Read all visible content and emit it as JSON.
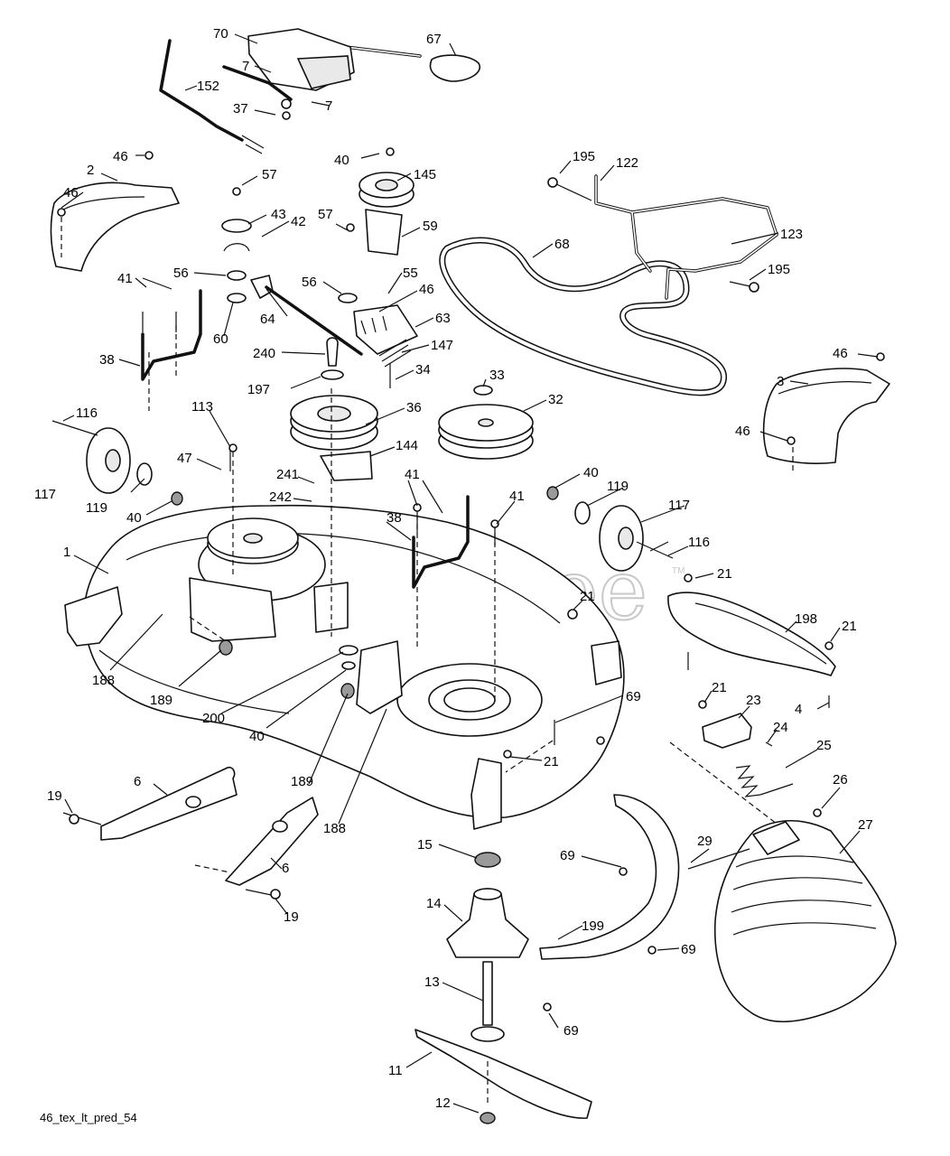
{
  "watermark": {
    "text": "PartsTree",
    "tm": "TM"
  },
  "caption": "46_tex_lt_pred_54",
  "callouts": [
    {
      "label": "70"
    },
    {
      "label": "67"
    },
    {
      "label": "7"
    },
    {
      "label": "152"
    },
    {
      "label": "7"
    },
    {
      "label": "37"
    },
    {
      "label": "40"
    },
    {
      "label": "145"
    },
    {
      "label": "195"
    },
    {
      "label": "122"
    },
    {
      "label": "46"
    },
    {
      "label": "2"
    },
    {
      "label": "46"
    },
    {
      "label": "57"
    },
    {
      "label": "43"
    },
    {
      "label": "42"
    },
    {
      "label": "57"
    },
    {
      "label": "59"
    },
    {
      "label": "68"
    },
    {
      "label": "123"
    },
    {
      "label": "195"
    },
    {
      "label": "56"
    },
    {
      "label": "55"
    },
    {
      "label": "41"
    },
    {
      "label": "56"
    },
    {
      "label": "46"
    },
    {
      "label": "64"
    },
    {
      "label": "63"
    },
    {
      "label": "60"
    },
    {
      "label": "240"
    },
    {
      "label": "147"
    },
    {
      "label": "38"
    },
    {
      "label": "34"
    },
    {
      "label": "46"
    },
    {
      "label": "3"
    },
    {
      "label": "197"
    },
    {
      "label": "33"
    },
    {
      "label": "36"
    },
    {
      "label": "32"
    },
    {
      "label": "46"
    },
    {
      "label": "116"
    },
    {
      "label": "113"
    },
    {
      "label": "144"
    },
    {
      "label": "47"
    },
    {
      "label": "241"
    },
    {
      "label": "41"
    },
    {
      "label": "40"
    },
    {
      "label": "117"
    },
    {
      "label": "119"
    },
    {
      "label": "242"
    },
    {
      "label": "119"
    },
    {
      "label": "40"
    },
    {
      "label": "41"
    },
    {
      "label": "117"
    },
    {
      "label": "38"
    },
    {
      "label": "116"
    },
    {
      "label": "1"
    },
    {
      "label": "21"
    },
    {
      "label": "21"
    },
    {
      "label": "198"
    },
    {
      "label": "21"
    },
    {
      "label": "188"
    },
    {
      "label": "189"
    },
    {
      "label": "200"
    },
    {
      "label": "40"
    },
    {
      "label": "69"
    },
    {
      "label": "4"
    },
    {
      "label": "21"
    },
    {
      "label": "23"
    },
    {
      "label": "24"
    },
    {
      "label": "25"
    },
    {
      "label": "21"
    },
    {
      "label": "189"
    },
    {
      "label": "6"
    },
    {
      "label": "19"
    },
    {
      "label": "188"
    },
    {
      "label": "26"
    },
    {
      "label": "27"
    },
    {
      "label": "15"
    },
    {
      "label": "69"
    },
    {
      "label": "29"
    },
    {
      "label": "6"
    },
    {
      "label": "19"
    },
    {
      "label": "14"
    },
    {
      "label": "199"
    },
    {
      "label": "69"
    },
    {
      "label": "13"
    },
    {
      "label": "69"
    },
    {
      "label": "11"
    },
    {
      "label": "12"
    }
  ]
}
